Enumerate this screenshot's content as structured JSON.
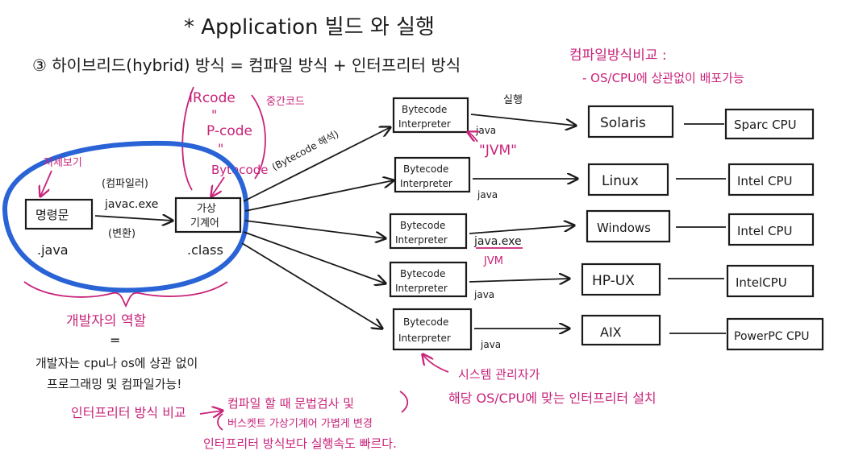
{
  "heading": {
    "title": "* Application 빌드 와 실행",
    "subtitle": "③ 하이브리드(hybrid) 방식 = 컴파일 방식 + 인터프리터 방식"
  },
  "compile_note": {
    "title": "컴파일방식비교 :",
    "line": "- OS/CPU에 상관없이 배포가능"
  },
  "ir_note": {
    "ir": "IRcode",
    "dq1": "\"",
    "pcode": "P-code",
    "dq2": "\"",
    "bytecode": "Bytecode",
    "middle": "중간코드"
  },
  "edit_note": "저세보기",
  "source": {
    "box": "명령문",
    "ext": ".java"
  },
  "compile": {
    "top": "(컴파일러)",
    "cmd": "javac.exe",
    "bottom": "(변환)"
  },
  "vm": {
    "box_line1": "가상",
    "box_line2": "기계어",
    "ext": ".class"
  },
  "bytecode_label": "(Bytecode 해석)",
  "run_label": "실행",
  "jvm_quote": "\"JVM\"",
  "rows": [
    {
      "interp1": "Bytecode",
      "interp2": "Interpreter",
      "cmd": "java",
      "os": "Solaris",
      "cpu": "Sparc CPU"
    },
    {
      "interp1": "Bytecode",
      "interp2": "Interpreter",
      "cmd": "java",
      "os": "Linux",
      "cpu": "Intel CPU"
    },
    {
      "interp1": "Bytecode",
      "interp2": "Interpreter",
      "cmd": "java.exe",
      "os": "Windows",
      "cpu": "Intel CPU"
    },
    {
      "interp1": "Bytecode",
      "interp2": "Interpreter",
      "cmd": "java",
      "os": "HP-UX",
      "cpu": "IntelCPU"
    },
    {
      "interp1": "Bytecode",
      "interp2": "Interpreter",
      "cmd": "java",
      "os": "AIX",
      "cpu": "PowerPC CPU"
    }
  ],
  "jvm_under": "JVM",
  "developer": {
    "role": "개발자의 역할",
    "eq": "=",
    "line1": "개발자는 cpu나 os에 상관 없이",
    "line2": "프로그래밍 및 컴파일가능!"
  },
  "system_note": {
    "line1": "시스템 관리자가",
    "line2": "해당 OS/CPU에 맞는 인터프리터 설치"
  },
  "interp_compare": {
    "label": "인터프리터 방식 비교",
    "line1": "컴파일 할 때 문법검사 및",
    "line2": "버스켓트 가상기계어 가볍게 변경",
    "line3": "인터프리터 방식보다 실행속도 빠르다."
  }
}
